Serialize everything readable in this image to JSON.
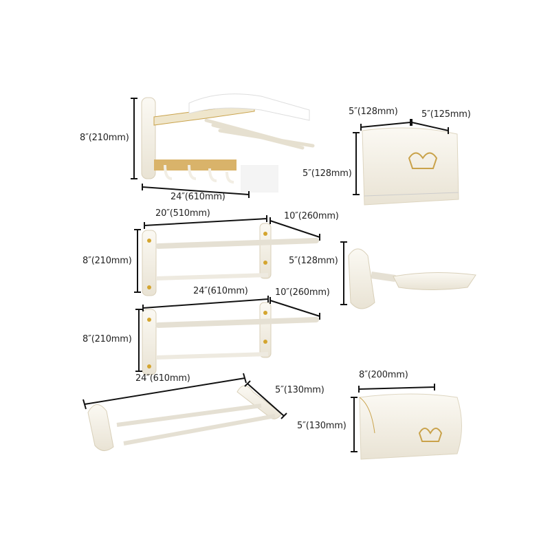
{
  "colors": {
    "ivory": "#f3efe4",
    "gold": "#c9a24a",
    "line": "#111111"
  },
  "products": [
    {
      "name": "folding-towel-rack-with-hooks",
      "dims": {
        "height": "8″(210mm)",
        "width": "24″(610mm)"
      }
    },
    {
      "name": "toilet-paper-holder-small",
      "dims": {
        "width": "5″(128mm)",
        "depth": "5″(125mm)",
        "height": "5″(128mm)"
      }
    },
    {
      "name": "folding-towel-rack-20",
      "dims": {
        "width": "20″(510mm)",
        "depth": "10″(260mm)",
        "height": "8″(210mm)"
      }
    },
    {
      "name": "soap-dish",
      "dims": {
        "height": "5″(128mm)"
      }
    },
    {
      "name": "folding-towel-rack-24",
      "dims": {
        "width": "24″(610mm)",
        "depth": "10″(260mm)",
        "height": "8″(210mm)"
      }
    },
    {
      "name": "double-towel-bar",
      "dims": {
        "width": "24″(610mm)",
        "depth": "5″(130mm)"
      }
    },
    {
      "name": "toilet-paper-holder-large",
      "dims": {
        "width": "8″(200mm)",
        "height": "5″(130mm)"
      }
    }
  ]
}
